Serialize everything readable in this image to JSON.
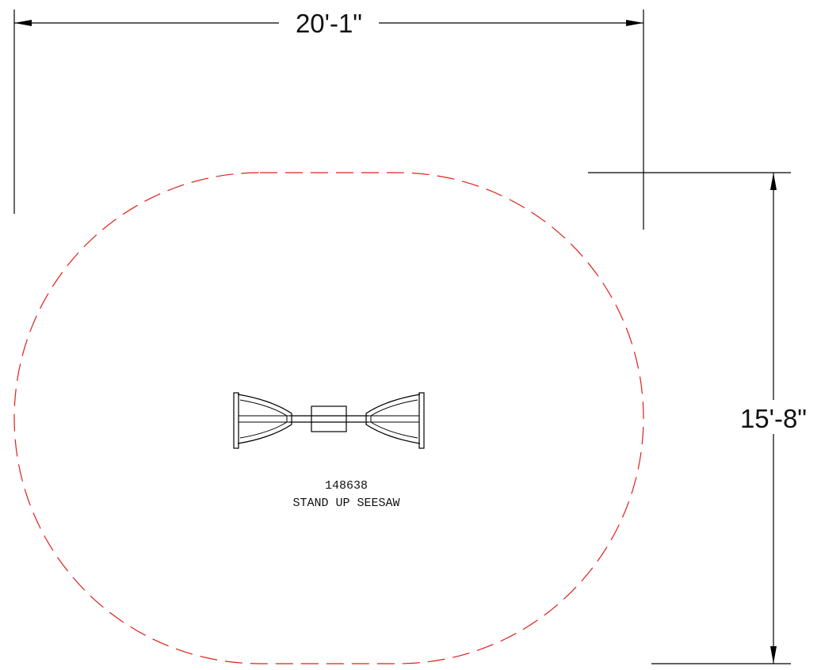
{
  "dimensions": {
    "width_label": "20'-1\"",
    "height_label": "15'-8\""
  },
  "equipment": {
    "part_number": "148638",
    "name": "STAND UP SEESAW"
  },
  "colors": {
    "line": "#000000",
    "use_zone": "#e0201b",
    "background": "#ffffff"
  }
}
